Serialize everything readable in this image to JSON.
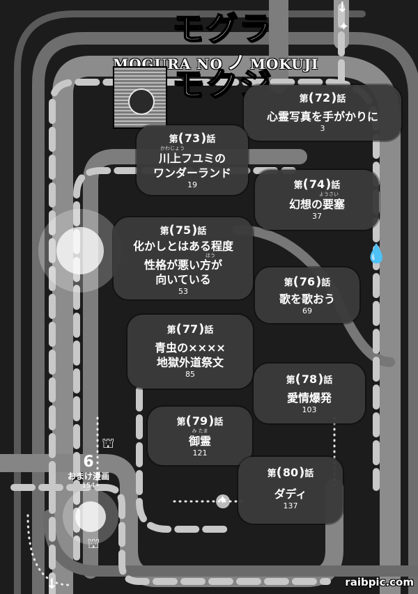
{
  "title": {
    "line1": "モグラ",
    "line2_left": "MOGURA NO",
    "line2_kana": "ノ",
    "line2_right": "MOKUJI",
    "line3": "モクジ"
  },
  "episodes": [
    {
      "prefix": "第",
      "num": "72",
      "suffix": "話",
      "lines": [
        "心霊写真を手がかりに"
      ],
      "ruby": "",
      "page": "3"
    },
    {
      "prefix": "第",
      "num": "73",
      "suffix": "話",
      "lines": [
        "川上フユミの",
        "ワンダーランド"
      ],
      "ruby": "かわじょう",
      "page": "19"
    },
    {
      "prefix": "第",
      "num": "74",
      "suffix": "話",
      "lines": [
        "幻想の要塞"
      ],
      "ruby": "ようさい",
      "page": "37"
    },
    {
      "prefix": "第",
      "num": "75",
      "suffix": "話",
      "lines": [
        "化かしとはある程度",
        "性格が悪い方が",
        "向いている"
      ],
      "ruby": "",
      "ruby2": "ほう",
      "page": "53"
    },
    {
      "prefix": "第",
      "num": "76",
      "suffix": "話",
      "lines": [
        "歌を歌おう"
      ],
      "ruby": "",
      "page": "69"
    },
    {
      "prefix": "第",
      "num": "77",
      "suffix": "話",
      "lines": [
        "青虫の××××",
        "地獄外道祭文"
      ],
      "ruby": "",
      "page": "85"
    },
    {
      "prefix": "第",
      "num": "78",
      "suffix": "話",
      "lines": [
        "愛情爆発"
      ],
      "ruby": "",
      "page": "103"
    },
    {
      "prefix": "第",
      "num": "79",
      "suffix": "話",
      "lines": [
        "御霊"
      ],
      "ruby": "み たま",
      "page": "121"
    },
    {
      "prefix": "第",
      "num": "80",
      "suffix": "話",
      "lines": [
        "ダディ"
      ],
      "ruby": "",
      "page": "137"
    }
  ],
  "bonus": {
    "icon": "6",
    "label": "おまけ漫画",
    "page": "154"
  },
  "watermark": "raibpic.com",
  "icons": [
    "arrow-down-icon",
    "jellyfish-icon",
    "sparkle-icon",
    "droplet-icon"
  ],
  "colors": {
    "background": "#1c1c1c",
    "card": "#3a3a3a",
    "track": "#9a9a9a",
    "text": "#ffffff"
  }
}
